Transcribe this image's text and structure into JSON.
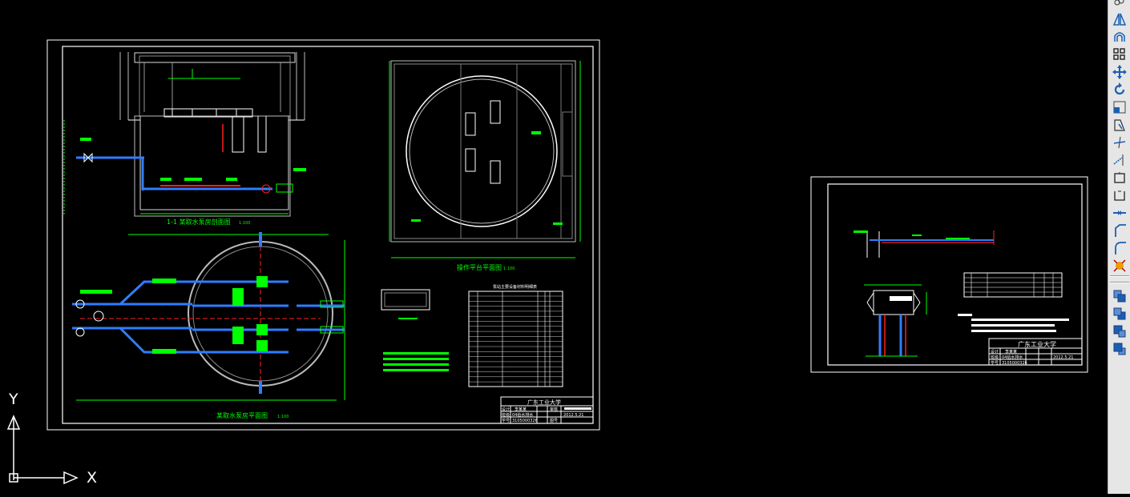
{
  "drawing": {
    "sheet1": {
      "section_title": "1-1  某取水泵房剖面图",
      "section_scale": "1:100",
      "plan_title": "某取水泵房平面图",
      "plan_scale": "1:100",
      "platform_title": "操作平台平面图",
      "platform_scale": "1:100",
      "table_title": "泵站主要设备材料明细表",
      "school": "广东工业大学",
      "designer_label": "设计",
      "designer": "李某某",
      "check_label": "审核",
      "class_label": "班级",
      "class_value": "04给水排水",
      "date": "2012.5.21",
      "number_label": "学号",
      "number_value": "3105000326",
      "sheet_label": "图号"
    },
    "sheet2": {
      "school": "广东工业大学",
      "designer_label": "设计",
      "designer": "李某某",
      "class_label": "班级",
      "class_value": "04给水排水",
      "date": "2012.5.21",
      "number_label": "学号",
      "number_value": "3105000326"
    }
  },
  "ucs": {
    "x_label": "X",
    "y_label": "Y"
  },
  "toolbar": {
    "tools": [
      "copy-icon",
      "mirror-icon",
      "offset-icon",
      "array-icon",
      "move-icon",
      "rotate-icon",
      "scale-icon",
      "stretch-icon",
      "trim-icon",
      "extend-icon",
      "break-at-point-icon",
      "break-icon",
      "join-icon",
      "chamfer-icon",
      "fillet-icon",
      "explode-icon",
      "draworder-front-icon",
      "draworder-back-icon",
      "draworder-above-icon",
      "draworder-under-icon"
    ]
  },
  "colors": {
    "background": "#000000",
    "frame": "#ffffff",
    "green": "#00ff00",
    "blue": "#2f7dff",
    "red": "#ff2020",
    "cyan": "#00ffff",
    "magenta": "#ff00ff",
    "yellow": "#ffff00"
  }
}
